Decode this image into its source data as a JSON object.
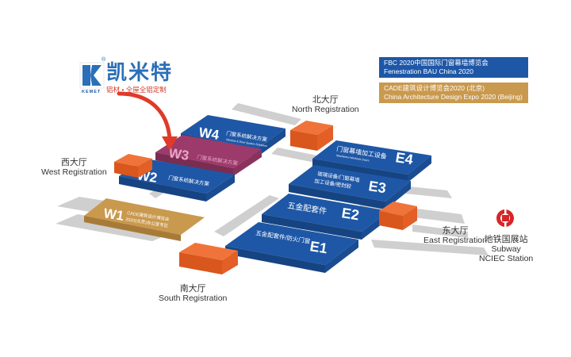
{
  "logo": {
    "brand_cn": "凯米特",
    "brand_en": "KEMET",
    "tagline": "铝材 • 全屋全铝定制",
    "registered": "®"
  },
  "legend": [
    {
      "line1": "FBC 2020中国国际门窗幕墙博览会",
      "line2": "Fenestration BAU China 2020",
      "color": "#1e57a6"
    },
    {
      "line1": "CADE建筑设计博览会2020 (北京)",
      "line2": "China Architecture Design Expo 2020 (Beijing)",
      "color": "#c9994e"
    }
  ],
  "halls": {
    "W4": {
      "name": "W4",
      "desc": "门窗系统解决方案",
      "desc_en": "Window & Door System Solutions"
    },
    "W3": {
      "name": "W3",
      "desc": "门窗系统解决方案"
    },
    "W2": {
      "name": "W2",
      "desc": "门窗系统解决方案"
    },
    "W1": {
      "name": "W1",
      "desc_1": "CADE建筑设计博览会",
      "desc_2": "2020(北京)办公室专区"
    },
    "E4": {
      "name": "E4",
      "desc": "门窗幕墙加工设备",
      "desc_en": "Machinery-Windows Doors"
    },
    "E3": {
      "name": "E3",
      "desc_1": "玻璃设备/门窗幕墙",
      "desc_2": "加工设备/密封胶"
    },
    "E2": {
      "name": "E2",
      "desc": "五金配套件"
    },
    "E1": {
      "name": "E1",
      "desc": "五金配套件/防火门窗"
    }
  },
  "registrations": {
    "north": {
      "cn": "北大厅",
      "en": "North Registration"
    },
    "west": {
      "cn": "西大厅",
      "en": "West Registration"
    },
    "east": {
      "cn": "东大厅",
      "en": "East Registration"
    },
    "south": {
      "cn": "南大厅",
      "en": "South Registration"
    }
  },
  "subway": {
    "cn": "地铁国展站",
    "en_1": "Subway",
    "en_2": "NCIEC Station"
  },
  "colors": {
    "fbc_blue": "#1e57a6",
    "cade_tan": "#c9994e",
    "highlight": "#9c3a6b",
    "registration": "#e35f25",
    "arrow": "#e03a2a",
    "subway": "#d7262a",
    "ground": "#c9c9c9"
  }
}
